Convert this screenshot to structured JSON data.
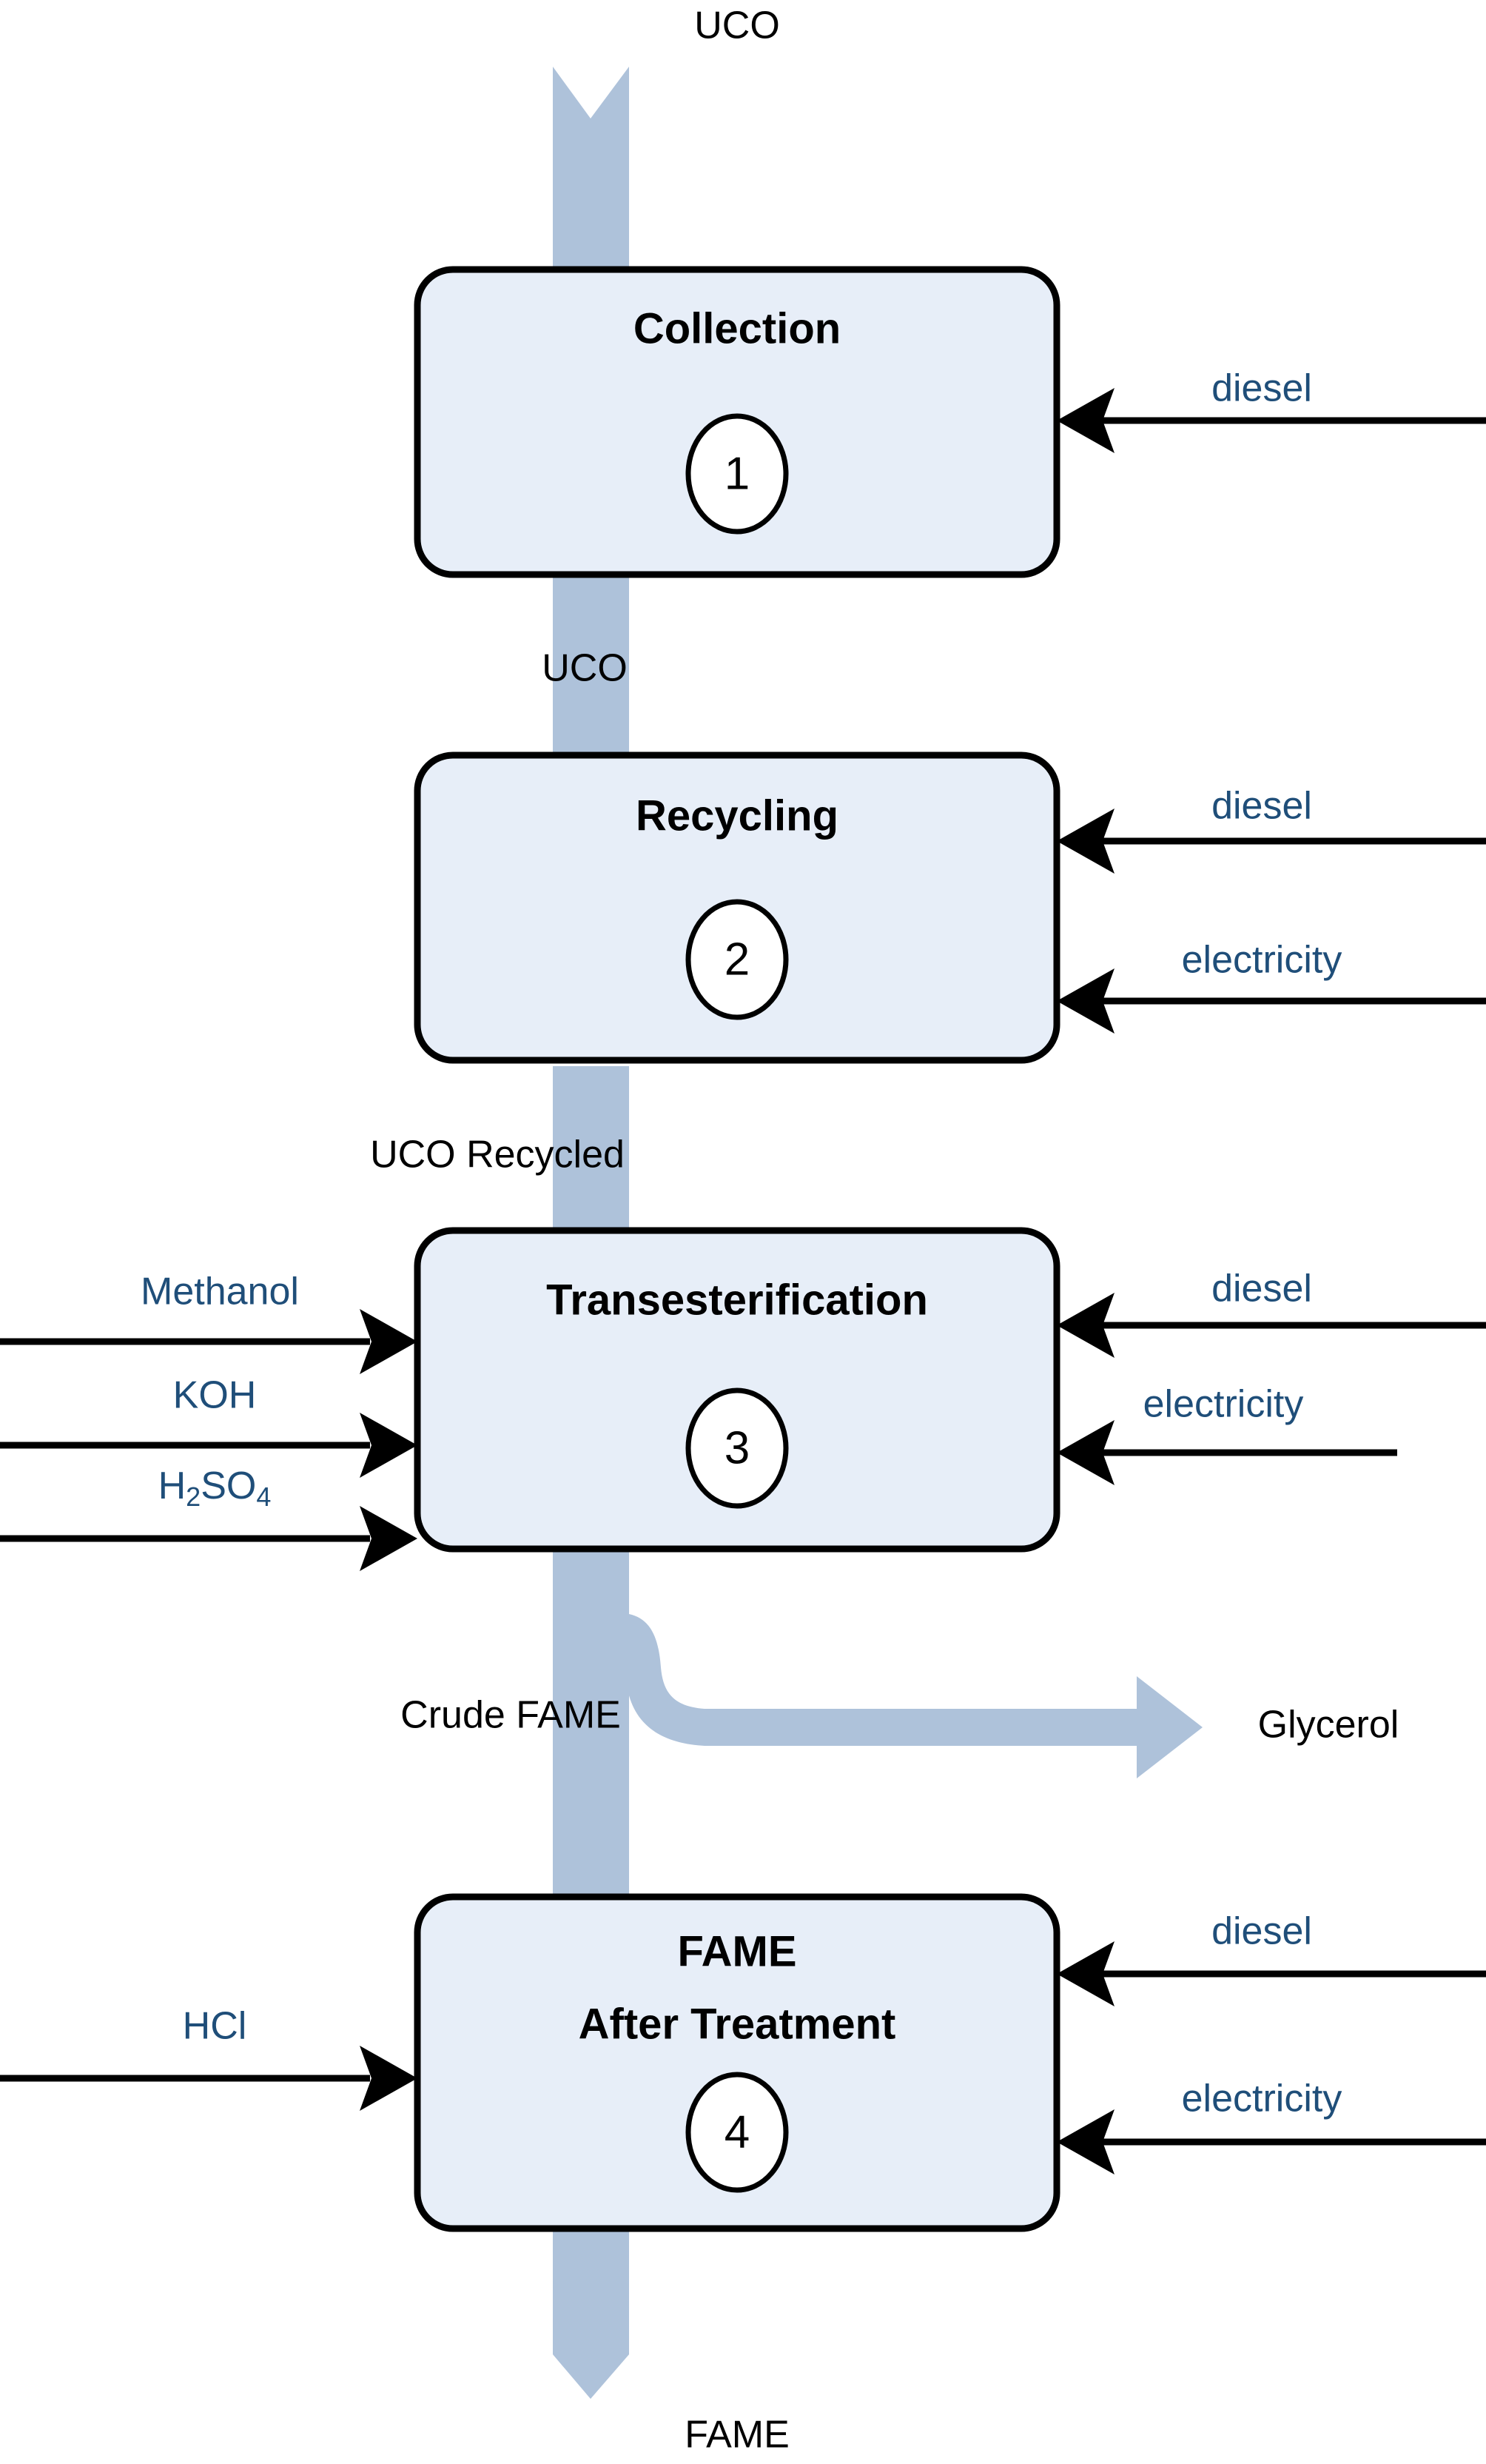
{
  "diagram": {
    "title": "UCO to FAME biodiesel process flow diagram",
    "colors": {
      "flow_stream": "#aec2da",
      "box_fill": "#e7eef8",
      "box_border": "#000000",
      "input_label": "#1f4e79",
      "stream_label": "#000000",
      "background": "#ffffff"
    }
  },
  "units": [
    {
      "number": "1",
      "title_line1": "Collection",
      "title_line2": "",
      "inputs_right": [
        {
          "label": "diesel"
        }
      ],
      "inputs_left": []
    },
    {
      "number": "2",
      "title_line1": "Recycling",
      "title_line2": "",
      "inputs_right": [
        {
          "label": "diesel"
        },
        {
          "label": "electricity"
        }
      ],
      "inputs_left": []
    },
    {
      "number": "3",
      "title_line1": "Transesterification",
      "title_line2": "",
      "inputs_right": [
        {
          "label": "diesel"
        },
        {
          "label": "electricity"
        }
      ],
      "inputs_left": [
        {
          "label": "Methanol",
          "formula": false
        },
        {
          "label": "KOH",
          "formula": false
        },
        {
          "label": "H2SO4",
          "formula": true,
          "parts": [
            {
              "text": "H",
              "sub": false
            },
            {
              "text": "2",
              "sub": true
            },
            {
              "text": "SO",
              "sub": false
            },
            {
              "text": "4",
              "sub": true
            }
          ]
        }
      ]
    },
    {
      "number": "4",
      "title_line1": "FAME",
      "title_line2": "After Treatment",
      "inputs_right": [
        {
          "label": "diesel"
        },
        {
          "label": "electricity"
        }
      ],
      "inputs_left": [
        {
          "label": "HCl",
          "formula": false
        }
      ]
    }
  ],
  "streams": {
    "inlet_top": "UCO",
    "between_1_2": "UCO",
    "between_2_3": "UCO Recycled",
    "between_3_4": "Crude FAME",
    "byproduct": "Glycerol",
    "outlet_bottom": "FAME"
  }
}
